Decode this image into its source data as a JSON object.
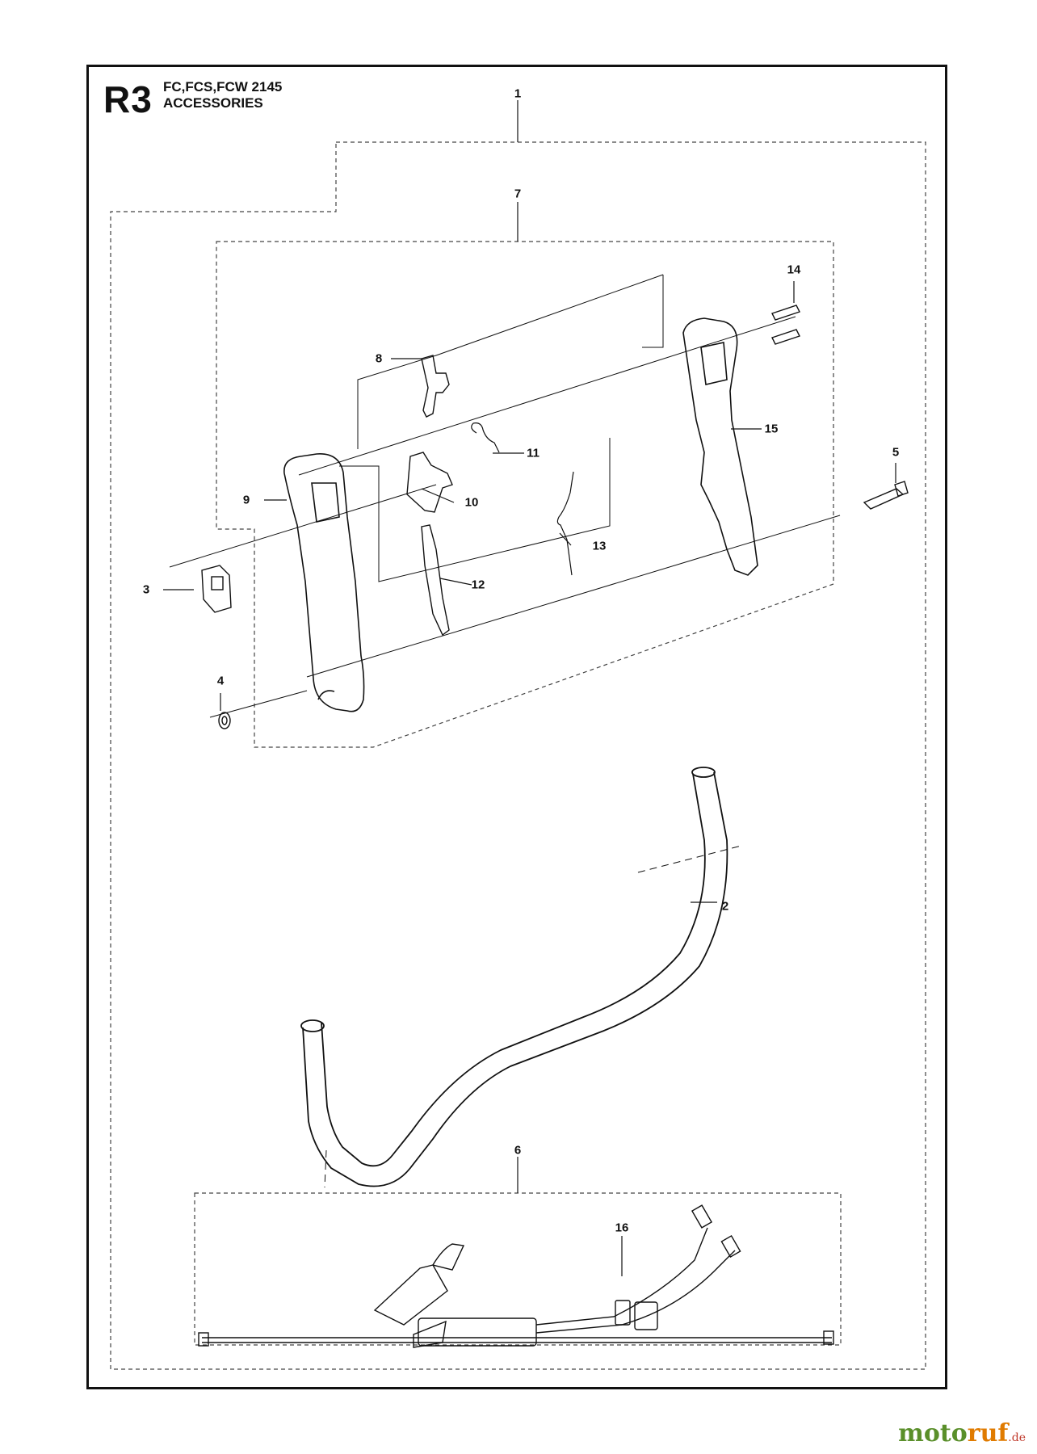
{
  "header": {
    "code": "R3",
    "models": "FC,FCS,FCW 2145",
    "section": "ACCESSORIES"
  },
  "callouts": [
    {
      "id": "c1",
      "label": "1"
    },
    {
      "id": "c2",
      "label": "2"
    },
    {
      "id": "c3",
      "label": "3"
    },
    {
      "id": "c4",
      "label": "4"
    },
    {
      "id": "c5",
      "label": "5"
    },
    {
      "id": "c6",
      "label": "6"
    },
    {
      "id": "c7",
      "label": "7"
    },
    {
      "id": "c8",
      "label": "8"
    },
    {
      "id": "c9",
      "label": "9"
    },
    {
      "id": "c10",
      "label": "10"
    },
    {
      "id": "c11",
      "label": "11"
    },
    {
      "id": "c12",
      "label": "12"
    },
    {
      "id": "c13",
      "label": "13"
    },
    {
      "id": "c14",
      "label": "14"
    },
    {
      "id": "c15",
      "label": "15"
    },
    {
      "id": "c16",
      "label": "16"
    }
  ],
  "watermark": {
    "brand_part1": "moto",
    "brand_part2": "ruf",
    "tld": ".de"
  },
  "colors": {
    "line": "#111111",
    "dashed": "#444444",
    "logo_green": "#5a8f2a",
    "logo_orange": "#e07b00"
  }
}
